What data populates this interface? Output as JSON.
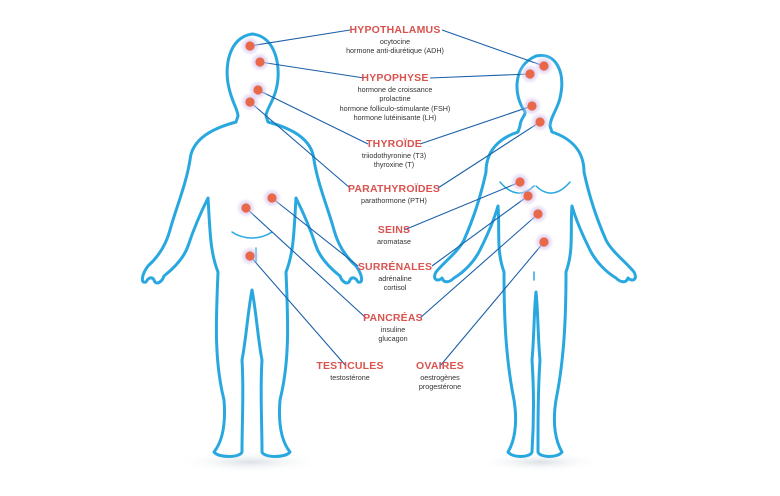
{
  "glands": [
    {
      "id": "hypothalamus",
      "title": "HYPOTHALAMUS",
      "hormones": [
        "ocytocine",
        "hormone anti-diurétique (ADH)"
      ]
    },
    {
      "id": "hypophyse",
      "title": "HYPOPHYSE",
      "hormones": [
        "hormone de croissance",
        "prolactine",
        "hormone folliculo-stimulante (FSH)",
        "hormone lutéinisante (LH)"
      ]
    },
    {
      "id": "thyroide",
      "title": "THYROÏDE",
      "hormones": [
        "triiodothyronine (T3)",
        "thyroxine (T)"
      ]
    },
    {
      "id": "parathyroides",
      "title": "PARATHYROÏDES",
      "hormones": [
        "parathormone (PTH)"
      ]
    },
    {
      "id": "seins",
      "title": "SEINS",
      "hormones": [
        "aromatase"
      ]
    },
    {
      "id": "surrenales",
      "title": "SURRÉNALES",
      "hormones": [
        "adrénaline",
        "cortisol"
      ]
    },
    {
      "id": "pancreas",
      "title": "PANCRÉAS",
      "hormones": [
        "insuline",
        "glucagon"
      ]
    },
    {
      "id": "testicules",
      "title": "TESTICULES",
      "hormones": [
        "testostérone"
      ]
    },
    {
      "id": "ovaires",
      "title": "OVAIRES",
      "hormones": [
        "oestrogènes",
        "progestérone"
      ]
    }
  ],
  "colors": {
    "body": "#29a8e0",
    "label": "#d9534f",
    "gland": "#e8684a",
    "halo": "#c9b3e6",
    "connector": "#1b5fa8"
  }
}
